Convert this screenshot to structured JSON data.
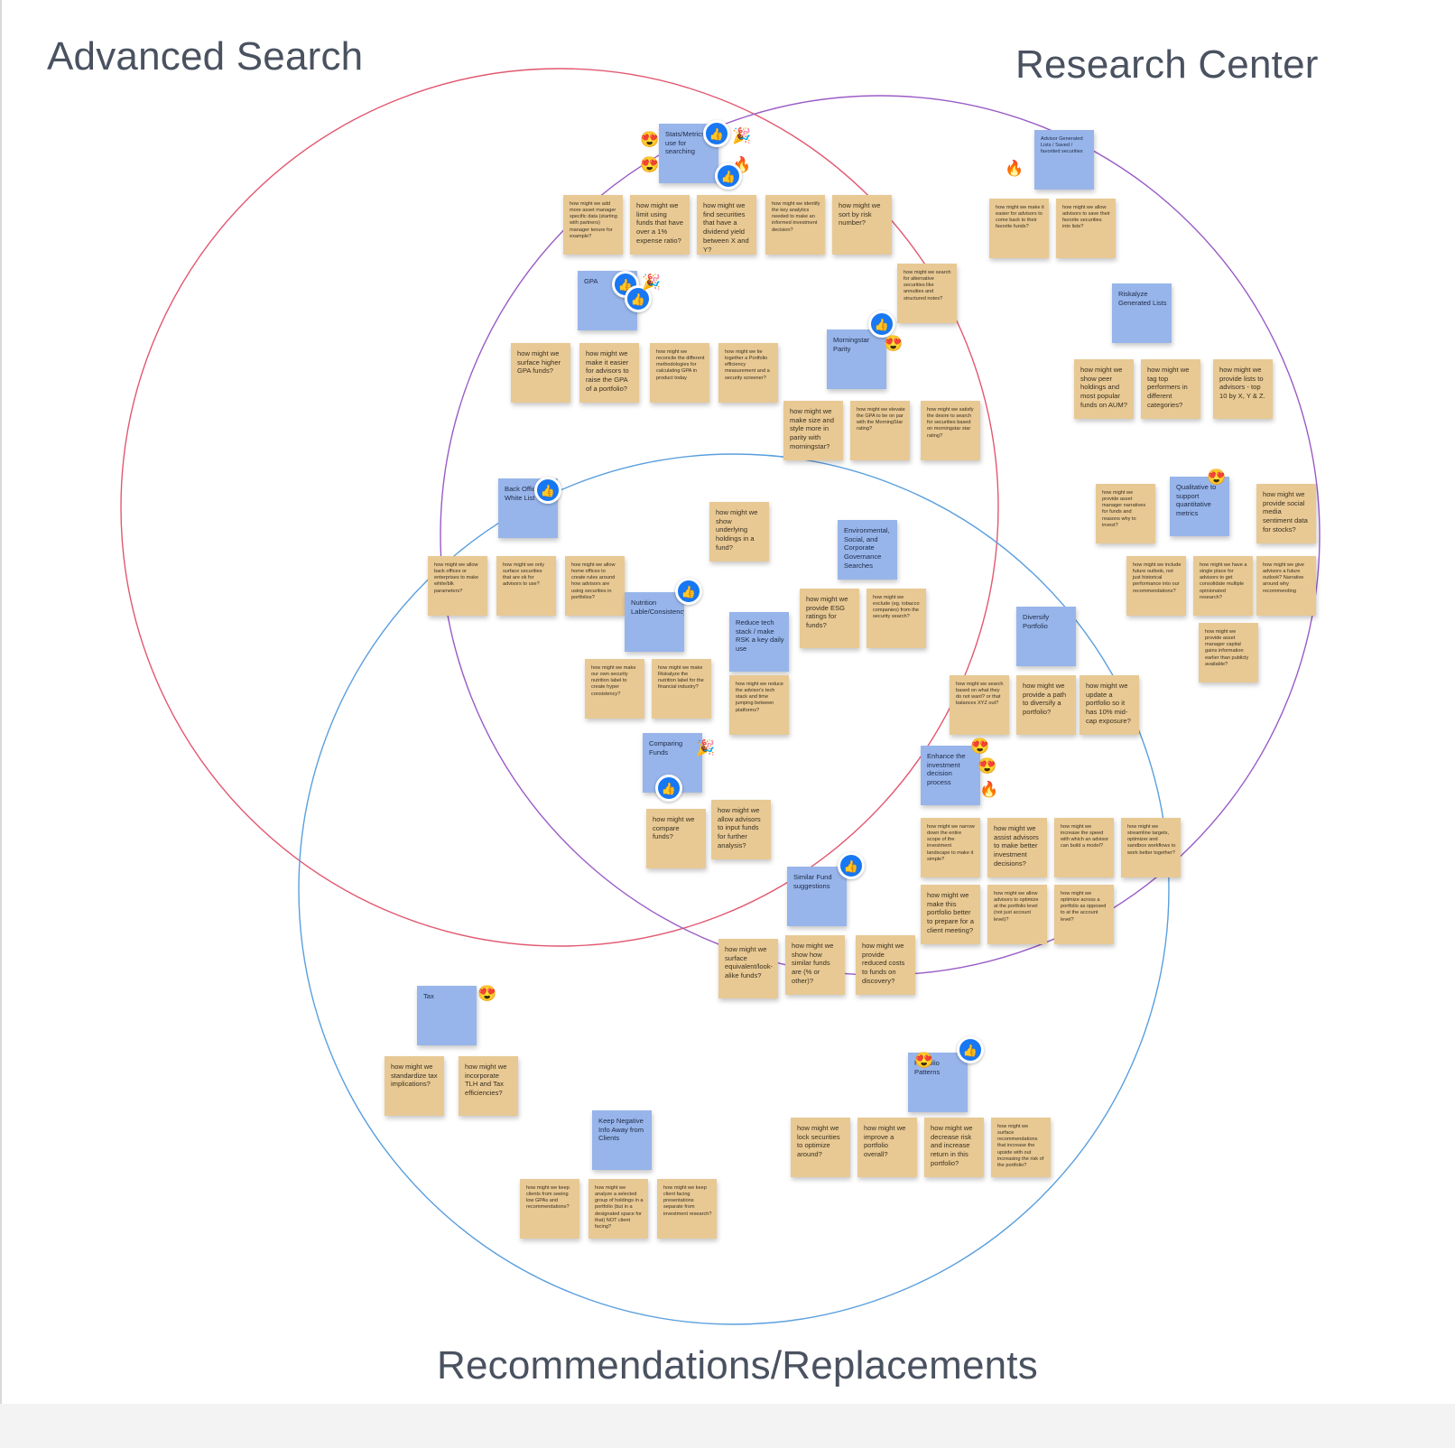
{
  "diagram": {
    "type": "venn",
    "sets": [
      {
        "label": "Advanced Search",
        "color": "#e25870"
      },
      {
        "label": "Research Center",
        "color": "#9a5bc7"
      },
      {
        "label": "Recommendations/Replacements",
        "color": "#5a9fde"
      }
    ]
  },
  "colors": {
    "sticky_yellow": "#e8c994",
    "sticky_blue": "#97b5ea",
    "like_blue": "#1877f2",
    "title_gray": "#4a5260"
  },
  "notes": {
    "stats_metrics": "Stats/Metrics to use for searching",
    "hmw_asset_manager_data": "how might we add more asset manager specific data (starting with partners) manager tenure for example?",
    "hmw_limit_funds": "how might we limit using funds that have over a 1% expense ratio?",
    "hmw_dividend_yield": "how might we find securities that have a dividend yield between X and Y?",
    "hmw_key_analytics": "how might we identify the key analytics needed to make an informed investment decision?",
    "hmw_sort_risk": "how might we sort by risk number?",
    "gpa": "GPA",
    "hmw_alt_securities": "how might we search for alternative securities like annuities and structured notes?",
    "hmw_higher_gpa": "how might we surface higher GPA funds?",
    "hmw_raise_gpa": "how might we make it easier for advisors to raise the GPA of a portfolio?",
    "hmw_reconcile": "how might we reconcile the different methodologies for calculating GPA in product today",
    "hmw_tie_together": "how might we tie together a Portfolio efficiency measurement and a security screener?",
    "morningstar_parity": "Morningstar Parity",
    "hmw_size_style": "how might we make size and style more in parity with morningstar?",
    "hmw_elevate_gpa": "how might we elevate the GPA to be on par with the MorningStar rating?",
    "hmw_star_rating": "how might we satisfy the desire to search for securities based on morningstar star rating?",
    "advisor_lists": "Advisor Generated Lists / Saved / favorited securities",
    "hmw_come_back": "how might we make it easier for advisors to come back to their favorite funds?",
    "hmw_save_lists": "how might we allow advisors to save their favorite securities into lists?",
    "riskalyze_lists": "Riskalyze Generated Lists",
    "hmw_peer_holdings": "how might we show peer holdings and most popular funds on AUM?",
    "hmw_tag_top": "how might we tag top performers in different categories?",
    "hmw_top10": "how might we provide lists to advisors - top 10 by X, Y & Z.",
    "back_office": "Back Office White List",
    "hmw_show_underlying": "how might we show underlying holdings in a fund?",
    "env_social": "Environmental, Social, and Corporate Governance Searches",
    "hmw_back_offices": "how might we allow back offices or enterprises to make white/blk parameters?",
    "hmw_only_surface": "how might we only surface securities that are ok for advisors to use?",
    "hmw_home_offices": "how might we allow home offices to create rules around how advisors are using securities in portfolios?",
    "hmw_esg_ratings": "how might we provide ESG ratings for funds?",
    "hmw_exclude": "how might we exclude (eg. tobacco companies) from the security search?",
    "nutrition_label": "Nutrition Lable/Consistency",
    "reduce_tech": "Reduce tech stack / make RSK a key daily use",
    "hmw_own_label": "how might we make our own security nutrition label to create hyper consistency?",
    "hmw_riskalyze_label": "how might we make Riskalyze the nutrition label for the financial industry?",
    "hmw_reduce_stack": "how might we reduce the advisor's tech stack and time jumping between platforms?",
    "qualitative": "Qualitative to support quantitative metrics",
    "hmw_narratives": "how might we provide asset manager narratives for funds and reasons why to invest?",
    "hmw_social_media": "how might we provide social media sentiment data for stocks?",
    "hmw_future_outlook": "how might we include future outlook, not just historical performance into our recommendations?",
    "hmw_single_place": "how might we have a single place for advisors to get consolidate multiple opinionated research?",
    "hmw_give_outlook": "how might we give advisors a future outlook? Narrative around why recommending",
    "hmw_capital_gains": "how might we provide asset manager capital gains information earlier than publicly available?",
    "diversify": "Diversify Portfolio",
    "hmw_search_not_want": "how might we search based on what they do not want? or that balances XYZ out?",
    "hmw_path_diversify": "how might we provide a path to diversify a portfolio?",
    "hmw_midcap": "how might we update a portfolio so it has 10% mid-cap exposure?",
    "comparing_funds": "Comparing Funds",
    "hmw_compare": "how might we compare funds?",
    "hmw_input_funds": "how might we allow advisors to input funds for further analysis?",
    "enhance_decision": "Enhance the investment decision process",
    "hmw_narrow_scope": "how might we narrow down the entire scope of the investment landscape to make it simple?",
    "hmw_assist_advisors": "how might we assist advisors to make better investment decisions?",
    "hmw_speed_model": "how might we increase the speed with which an advisor can build a model?",
    "hmw_streamline": "how might we streamline targets, optimizer and sandbox workflows to work better together?",
    "hmw_client_meeting": "how might we make this portfolio better to prepare for a client meeting?",
    "hmw_optimize_level": "how might we allow advisors to optimize at the portfolio level (not just account level)?",
    "hmw_optimize_across": "how might we optimize across a portfolio as opposed to at the account level?",
    "similar_fund": "Similar Fund suggestions",
    "hmw_lookalike": "how might we surface equivalent/look-alike funds?",
    "hmw_similar": "how might we show how similar funds are (% or other)?",
    "hmw_reduced_costs": "how might we provide reduced costs to funds on discovery?",
    "tax": "Tax",
    "hmw_tax_implications": "how might we standardize tax implications?",
    "hmw_tlh": "how might we incorporate TLH and Tax efficiencies?",
    "keep_negative": "Keep Negative Info Away from Clients",
    "hmw_low_gpas": "how might we keep clients from seeing low GPAs and recommendations?",
    "hmw_analyze_group": "how might we analyze a selected group of holdings in a portfolio (but in a designated space for that) NOT client facing?",
    "hmw_client_facing": "how might we keep client facing presentations separate from investment research?",
    "portfolio_patterns": "Portfolio Patterns",
    "hmw_lock": "how might we lock securities to optimize around?",
    "hmw_improve": "how might we improve a portfolio overall?",
    "hmw_decrease_risk": "how might we decrease risk and increase return in this portfolio?",
    "hmw_surface_recs": "how might we surface recommendations that increase the upside with out increasing the risk of the portfolio?"
  },
  "reactions": {
    "like": "👍",
    "heart_eyes": "😍",
    "party": "🎉",
    "fire": "🔥"
  }
}
